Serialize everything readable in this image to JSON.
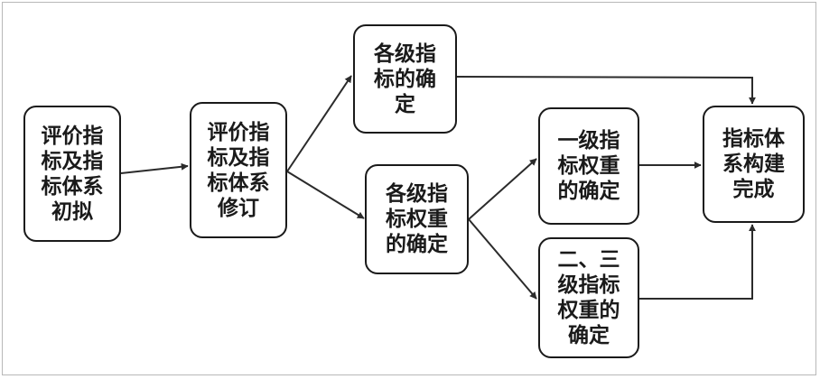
{
  "colors": {
    "ink": "#1a1a1a",
    "edge": "#2b2b2b",
    "background": "#ffffff",
    "frame": "#b8b8b8"
  },
  "nodes": {
    "draft": "评价指\n标及指\n标体系\n初拟",
    "revision": "评价指\n标及指\n标体系\n修订",
    "levels": "各级指\n标的确\n定",
    "weights": "各级指\n标权重\n的确定",
    "first_weights": "一级指\n标权重\n的确定",
    "second_third_weights": "二、三\n级指标\n权重的\n确定",
    "complete": "指标体\n系构建\n完成"
  }
}
